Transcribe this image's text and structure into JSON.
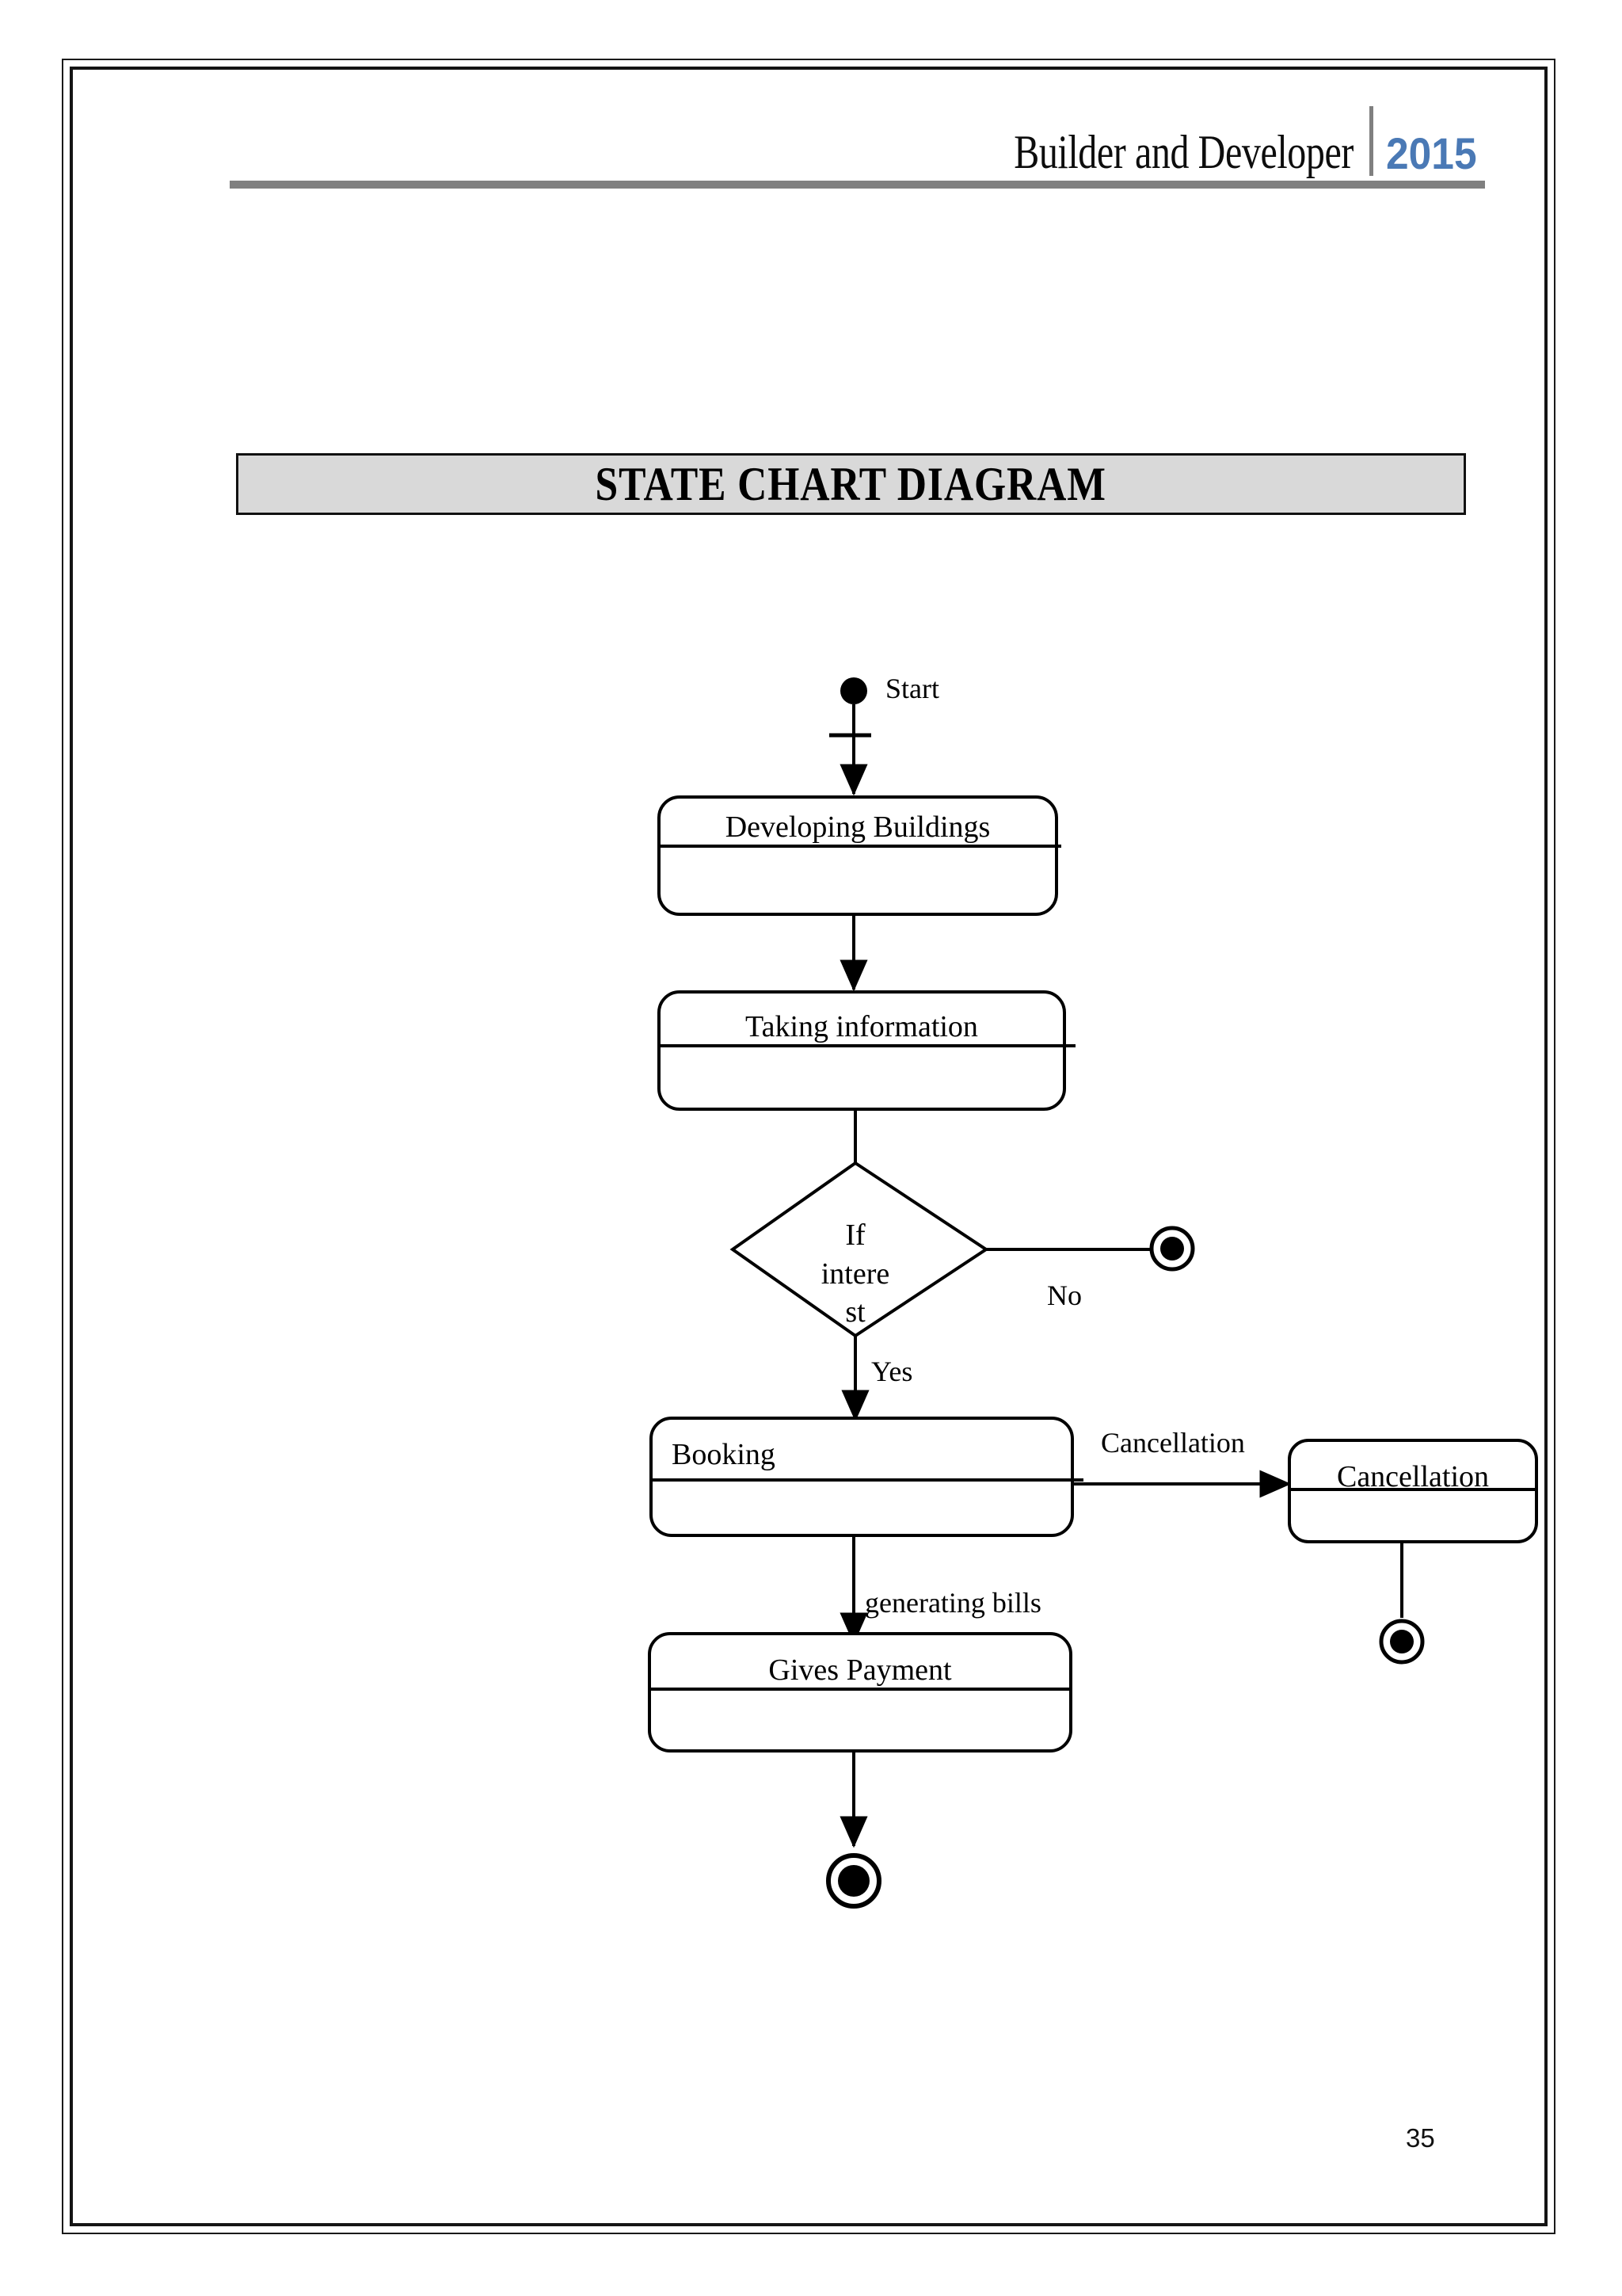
{
  "header": {
    "doc_title": "Builder and Developer",
    "year": "2015"
  },
  "section": {
    "title": "STATE CHART DIAGRAM"
  },
  "footer": {
    "page_number": "35"
  },
  "colors": {
    "header_year": "#4a79b5",
    "header_rule": "#808080",
    "title_bar_fill": "#d9d9d9",
    "stroke": "#000000",
    "page_background": "#ffffff"
  },
  "chart_data": {
    "type": "diagram",
    "diagram_kind": "uml-state-chart",
    "title": "STATE CHART DIAGRAM",
    "nodes": [
      {
        "id": "start",
        "kind": "initial-state",
        "caption": "Start"
      },
      {
        "id": "developing",
        "kind": "state",
        "label": "Developing Buildings",
        "align": "center"
      },
      {
        "id": "taking",
        "kind": "state",
        "label": "Taking information",
        "align": "center"
      },
      {
        "id": "decision",
        "kind": "decision",
        "label": "If\ninterest",
        "label_lines": [
          "If",
          "intere",
          "st"
        ]
      },
      {
        "id": "booking",
        "kind": "state",
        "label": "Booking",
        "align": "left"
      },
      {
        "id": "cancellation",
        "kind": "state",
        "label": "Cancellation",
        "align": "center"
      },
      {
        "id": "payment",
        "kind": "state",
        "label": "Gives Payment",
        "align": "center"
      },
      {
        "id": "final_no",
        "kind": "final-state"
      },
      {
        "id": "final_cancel",
        "kind": "final-state"
      },
      {
        "id": "final_main",
        "kind": "final-state"
      }
    ],
    "edges": [
      {
        "from": "start",
        "to": "developing",
        "label": ""
      },
      {
        "from": "developing",
        "to": "taking",
        "label": ""
      },
      {
        "from": "taking",
        "to": "decision",
        "label": ""
      },
      {
        "from": "decision",
        "to": "final_no",
        "label": "No"
      },
      {
        "from": "decision",
        "to": "booking",
        "label": "Yes"
      },
      {
        "from": "booking",
        "to": "cancellation",
        "label": "Cancellation"
      },
      {
        "from": "booking",
        "to": "payment",
        "label": "generating bills"
      },
      {
        "from": "cancellation",
        "to": "final_cancel",
        "label": ""
      },
      {
        "from": "payment",
        "to": "final_main",
        "label": ""
      }
    ],
    "labels": {
      "start": "Start",
      "developing": "Developing Buildings",
      "taking": "Taking information",
      "decision_line1": "If",
      "decision_line2": "intere",
      "decision_line3": "st",
      "no": "No",
      "yes": "Yes",
      "booking": "Booking",
      "cancellation_edge": "Cancellation",
      "cancellation_state": "Cancellation",
      "generating_bills": "generating bills",
      "payment": "Gives Payment"
    }
  }
}
